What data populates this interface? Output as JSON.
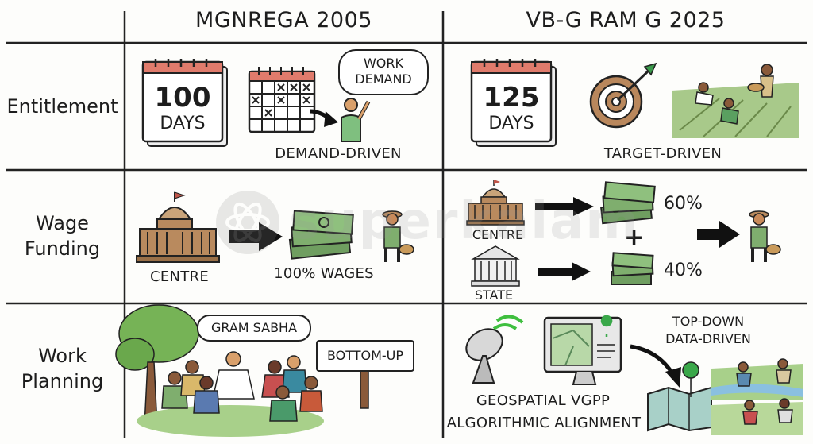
{
  "headers": {
    "left": "MGNREGA 2005",
    "right": "VB-G RAM G 2025"
  },
  "rows": {
    "entitlement": {
      "label": "Entitlement",
      "left": {
        "days_num": "100",
        "days_word": "DAYS",
        "bubble": "WORK\nDEMAND",
        "caption": "DEMAND-DRIVEN"
      },
      "right": {
        "days_num": "125",
        "days_word": "DAYS",
        "caption": "TARGET-DRIVEN"
      }
    },
    "wage_funding": {
      "label": "Wage\nFunding",
      "left": {
        "centre": "CENTRE",
        "wages": "100% WAGES"
      },
      "right": {
        "centre": "CENTRE",
        "state": "STATE",
        "pct_centre": "60%",
        "plus": "+",
        "pct_state": "40%"
      }
    },
    "work_planning": {
      "label": "Work\nPlanning",
      "left": {
        "bubble": "GRAM SABHA",
        "sign": "BOTTOM-UP"
      },
      "right": {
        "top_caption": "TOP-DOWN\nDATA-DRIVEN",
        "caption_line1": "GEOSPATIAL VGPP",
        "caption_line2": "ALGORITHMIC ALIGNMENT"
      }
    }
  },
  "watermark": "superkalam",
  "colors": {
    "money_green": "#7fae6e",
    "building_brown": "#b98a5e",
    "wifi_green": "#3fbf3f",
    "map_pin": "#3aa84a",
    "tree_green": "#76b356",
    "calendar_red": "#e07b6c"
  }
}
